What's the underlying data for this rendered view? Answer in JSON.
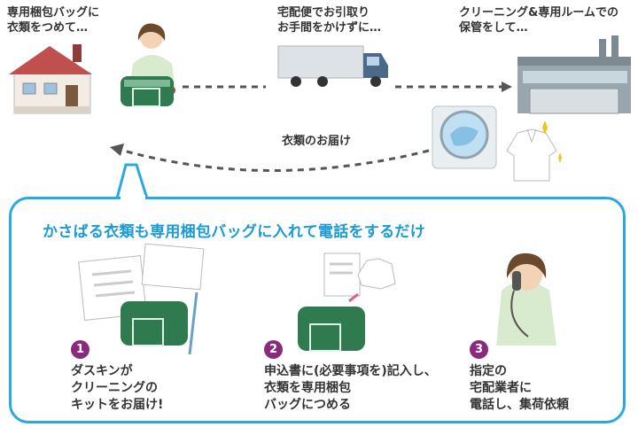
{
  "top": {
    "home_caption": [
      "専用梱包バッグに",
      "衣類をつめて…"
    ],
    "truck_caption": [
      "宅配便でお引取り",
      "お手間をかけずに…"
    ],
    "facility_caption": [
      "クリーニング&専用ルームでの",
      "保管をして…"
    ],
    "return_label": "衣類のお届け"
  },
  "panel": {
    "headline": "かさばる衣類も専用梱包バッグに入れて電話をするだけ",
    "steps": [
      {
        "number": "1",
        "lines": [
          "ダスキンが",
          "クリーニングの",
          "キットをお届け!"
        ]
      },
      {
        "number": "2",
        "lines": [
          "申込書に(必要事項を)記入し、",
          "衣類を専用梱包",
          "バッグにつめる"
        ]
      },
      {
        "number": "3",
        "lines": [
          "指定の",
          "宅配業者に",
          "電話し、集荷依頼"
        ]
      }
    ]
  },
  "colors": {
    "accent": "#28a9e1",
    "headline": "#1a9ad6",
    "step_badge": "#8a2a7c",
    "bag": "#2f7a4e",
    "arrow": "#555555"
  }
}
